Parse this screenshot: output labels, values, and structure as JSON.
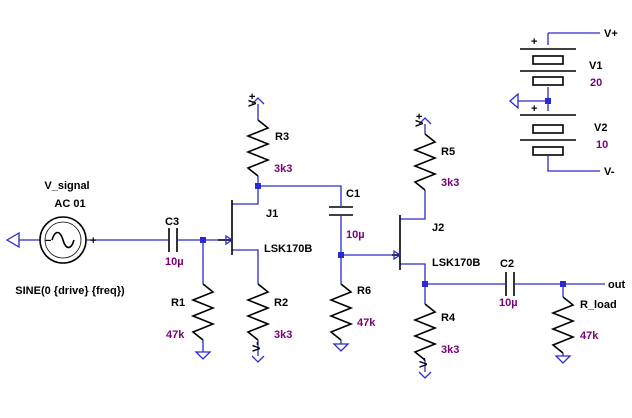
{
  "components": {
    "v_signal": {
      "name": "V_signal",
      "value": "AC 01",
      "spec": "SINE(0 {drive} {freq})",
      "minus_sign": "−",
      "plus_sign": "+"
    },
    "c3": {
      "name": "C3",
      "value": "10µ"
    },
    "r1": {
      "name": "R1",
      "value": "47k"
    },
    "j1": {
      "name": "J1",
      "value": "LSK170B"
    },
    "r3": {
      "name": "R3",
      "value": "3k3"
    },
    "r2": {
      "name": "R2",
      "value": "3k3"
    },
    "c1": {
      "name": "C1",
      "value": "10µ"
    },
    "r6": {
      "name": "R6",
      "value": "47k"
    },
    "j2": {
      "name": "J2",
      "value": "LSK170B"
    },
    "r5": {
      "name": "R5",
      "value": "3k3"
    },
    "r4": {
      "name": "R4",
      "value": "3k3"
    },
    "c2": {
      "name": "C2",
      "value": "10µ"
    },
    "r_load": {
      "name": "R_load",
      "value": "47k"
    },
    "v1": {
      "name": "V1",
      "value": "20"
    },
    "v2": {
      "name": "V2",
      "value": "10"
    }
  },
  "nets": {
    "vplus": "V+",
    "vminus": "V-",
    "output": "out",
    "plus_sign": "+"
  },
  "colors": {
    "wire": "#2a2ad0",
    "component": "#000000",
    "value_text": "#7a007a",
    "junction": "#2a2ad0"
  }
}
